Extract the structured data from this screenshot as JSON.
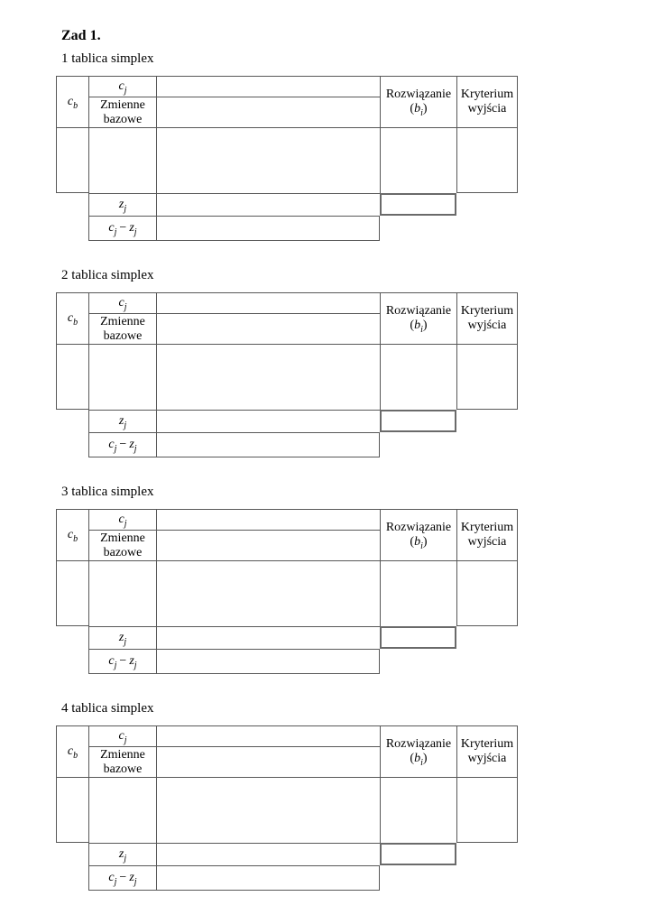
{
  "page": {
    "heading": "Zad 1."
  },
  "shared": {
    "labels": {
      "zmienne_line1": "Zmienne",
      "zmienne_line2": "bazowe",
      "rozwiazanie": "Rozwiązanie",
      "kryterium_line1": "Kryterium",
      "kryterium_line2": "wyjścia"
    },
    "math": {
      "c": "c",
      "z": "z",
      "b": "b",
      "sub_j": "j",
      "sub_b": "b",
      "sub_i": "i",
      "minus": "−",
      "lparen": "(",
      "rparen": ")"
    }
  },
  "tables": [
    {
      "title": "1 tablica simplex"
    },
    {
      "title": "2 tablica simplex"
    },
    {
      "title": "3 tablica simplex"
    },
    {
      "title": "4 tablica simplex"
    }
  ],
  "colors": {
    "grid_line": "#585858",
    "pivot_box_border": "#6a6a6a",
    "text": "#000000",
    "background": "#ffffff"
  }
}
